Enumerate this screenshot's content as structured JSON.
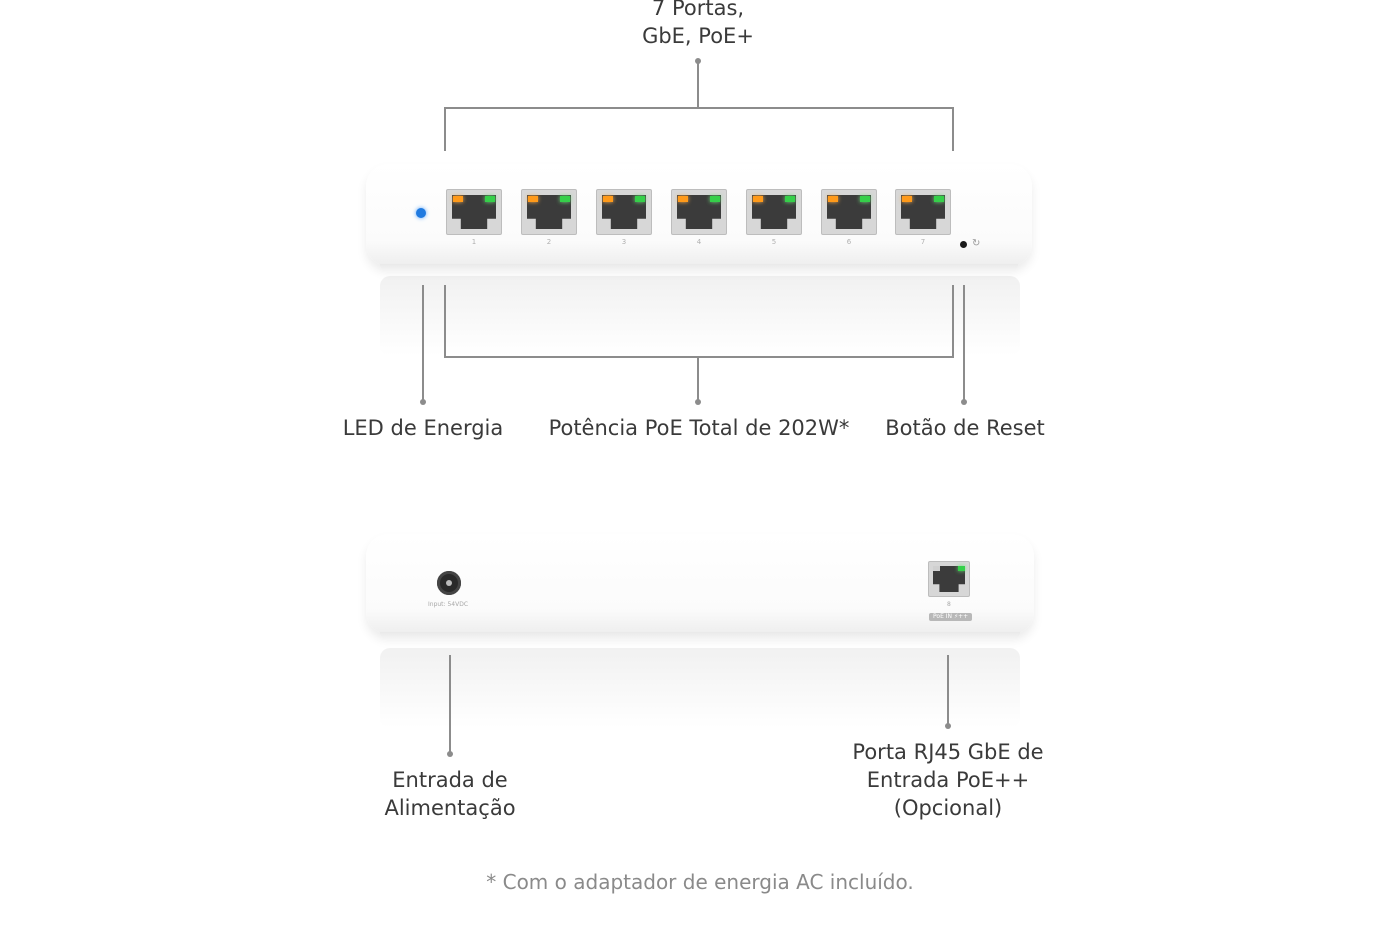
{
  "front_view": {
    "callouts": {
      "ports_label": "7 Portas,\nGbE, PoE+",
      "power_led_label": "LED de Energia",
      "poe_budget_label": "Potência PoE Total de 202W*",
      "reset_label": "Botão de Reset"
    },
    "ports": [
      {
        "number": "1"
      },
      {
        "number": "2"
      },
      {
        "number": "3"
      },
      {
        "number": "4"
      },
      {
        "number": "5"
      },
      {
        "number": "6"
      },
      {
        "number": "7"
      }
    ],
    "power_led_color": "#1f7ae0"
  },
  "rear_view": {
    "callouts": {
      "power_input_label": "Entrada de\nAlimentação",
      "uplink_label": "Porta RJ45 GbE de\nEntrada PoE++\n(Opcional)"
    },
    "dc_input_print": "Input: 54VDC",
    "uplink_port_number": "8",
    "uplink_badge": "PoE IN ⚡++"
  },
  "footnote": "* Com o adaptador de energia AC incluído."
}
